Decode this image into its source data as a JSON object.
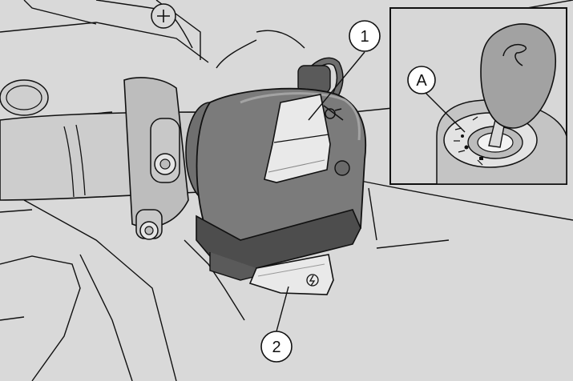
{
  "callouts": {
    "one": "1",
    "two": "2",
    "a": "A"
  },
  "icons": {
    "main_switch": "lock-crossed-icon",
    "starter": "lightning-start-icon",
    "key": "ignition-key-icon"
  },
  "colors": {
    "background": "#d9d9d9",
    "housing": "#7b7b7b",
    "housing_dark": "#4d4d4d",
    "switch_face": "#e9e9e9",
    "line": "#111111",
    "inset_bg": "#d7d7d7"
  }
}
